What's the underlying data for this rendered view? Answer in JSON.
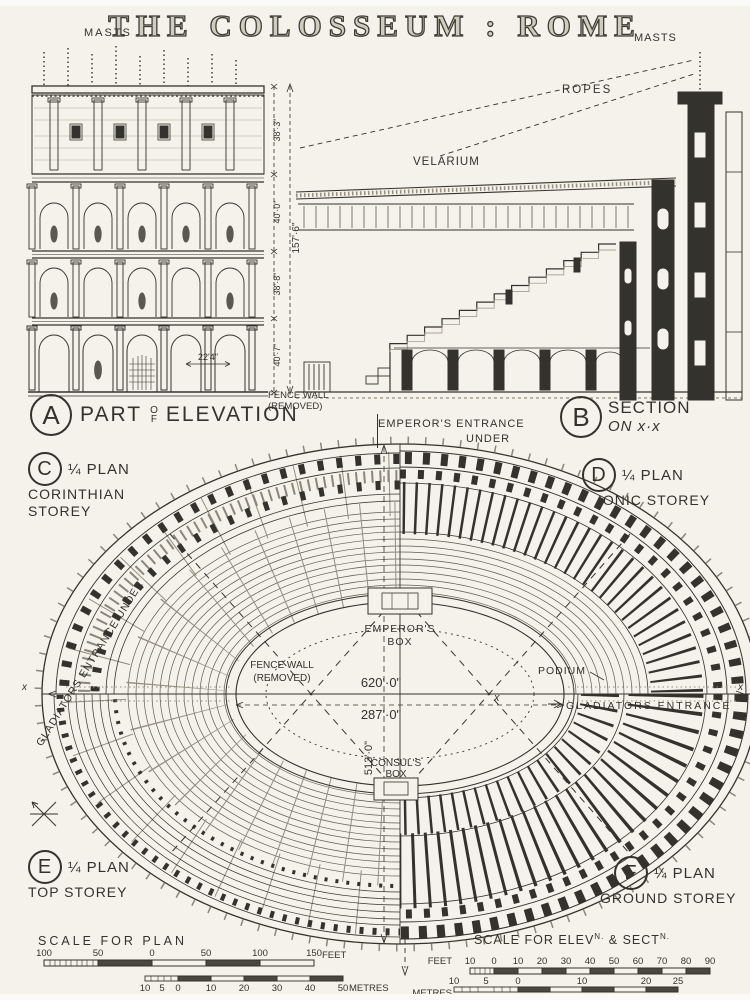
{
  "title": "THE COLOSSEUM : ROME",
  "colors": {
    "paper": "#f4f2ea",
    "ink": "#34322c",
    "faint": "#938e81"
  },
  "elevation": {
    "letter": "A",
    "caption_part": "PART",
    "caption_of_top": "O",
    "caption_of_bottom": "F",
    "caption_rest": "ELEVATION",
    "masts_label": "MASTS",
    "dim_attic": "38'·3\"",
    "dim_third": "40'·0\"",
    "dim_second": "38'·8\"",
    "dim_ground": "40'·7\"",
    "dim_total": "157'·6\"",
    "dim_arch": "22'4\""
  },
  "section": {
    "letter": "B",
    "caption_line1": "SECTION",
    "caption_line2": "ON x·x",
    "velarium": "VELARIUM",
    "ropes": "ROPES",
    "masts": "MASTS",
    "fence_wall_line1": "FENCE WALL",
    "fence_wall_line2": "(REMOVED)"
  },
  "plan": {
    "c_letter": "C",
    "c_line1": "¼ PLAN",
    "c_line2": "CORINTHIAN",
    "c_line3": "STOREY",
    "d_letter": "D",
    "d_line1": "¼ PLAN",
    "d_line2": "IONIC STOREY",
    "e_letter": "E",
    "e_line1": "¼ PLAN",
    "e_line2": "TOP STOREY",
    "f_letter": "F",
    "f_line1": "¼ PLAN",
    "f_line2": "GROUND STOREY",
    "emperors_entrance_line1": "EMPEROR'S ENTRANCE",
    "emperors_entrance_line2": "UNDER",
    "gladiators_entrance_under": "GLADIATORS ENTRANCE UNDER",
    "emperors_box_line1": "EMPEROR'S",
    "emperors_box_line2": "BOX",
    "consuls_box_line1": "CONSUL'S",
    "consuls_box_line2": "BOX",
    "fence_wall_line1": "FENCE WALL",
    "fence_wall_line2": "(REMOVED)",
    "podium": "PODIUM",
    "gladiators_entrance": "GLADIATORS ENTRANCE",
    "dim_major_overall": "620'·0\"",
    "dim_major_arena": "287'·0\"",
    "dim_minor_overall": "513'·0\"",
    "section_mark": "x"
  },
  "scales": {
    "plan": {
      "title": "SCALE FOR PLAN",
      "feet_ticks": [
        "100",
        "50",
        "0",
        "50",
        "100",
        "150"
      ],
      "feet_unit": "FEET",
      "metre_ticks": [
        "10",
        "5",
        "0",
        "10",
        "20",
        "30",
        "40",
        "50"
      ],
      "metre_unit": "METRES"
    },
    "elevation": {
      "title_part1": "SCALE FOR ELEV",
      "title_sup1": "N.",
      "title_part2": "& SECT",
      "title_sup2": "N.",
      "feet_unit": "FEET",
      "feet_ticks": [
        "10",
        "0",
        "10",
        "20",
        "30",
        "40",
        "50",
        "60",
        "70",
        "80",
        "90"
      ],
      "metre_unit": "METRES",
      "metre_ticks": [
        "10",
        "5",
        "0",
        "10",
        "20",
        "25"
      ]
    }
  }
}
